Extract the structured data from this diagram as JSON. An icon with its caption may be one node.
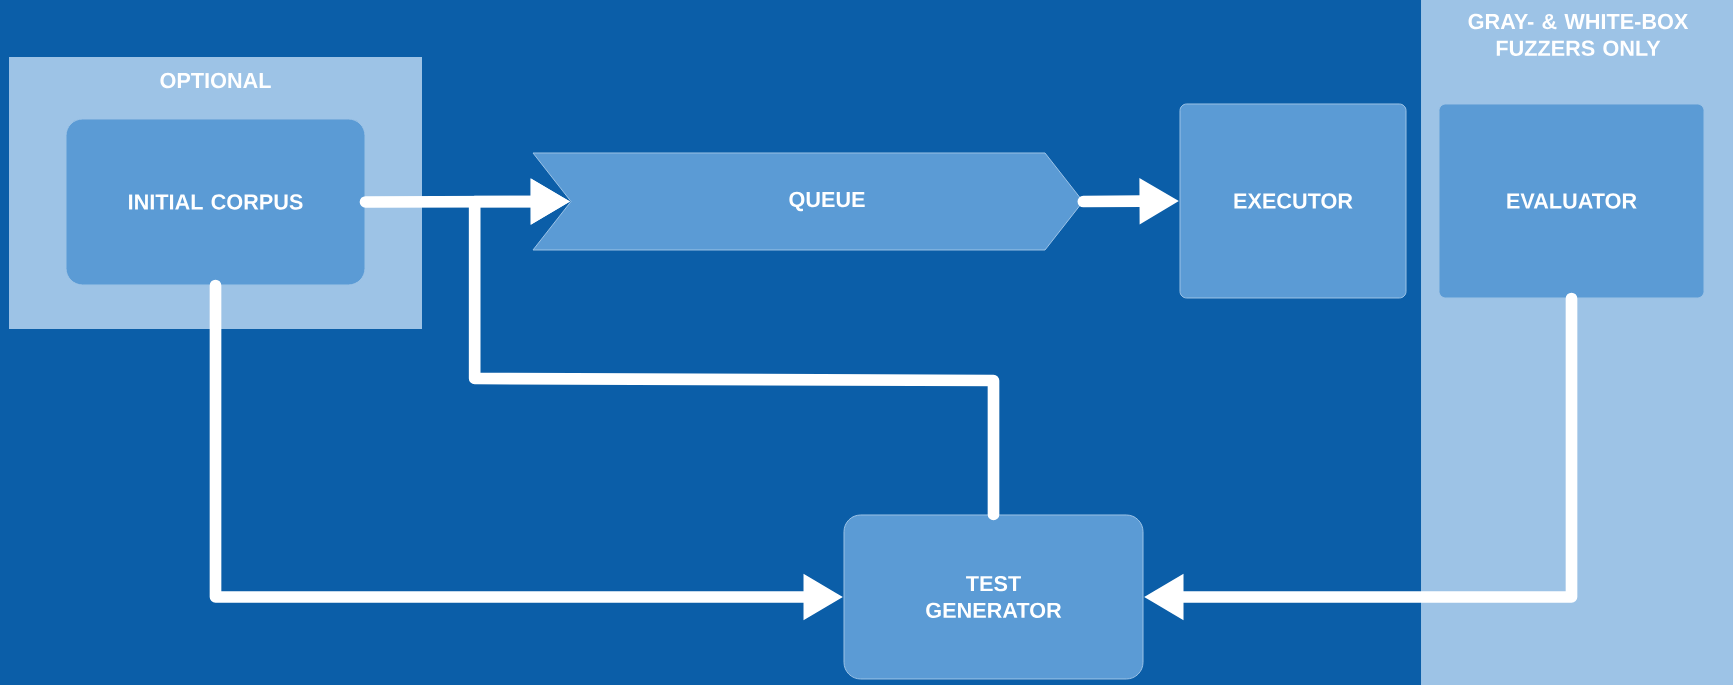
{
  "diagram": {
    "nodes": [
      {
        "text": [
          "OPTIONAL"
        ]
      },
      {
        "text": [
          "INITIAL CORPUS"
        ],
        "in": 0
      },
      {
        "text": [
          "QUEUE"
        ]
      },
      {
        "text": [
          "EXECUTOR"
        ]
      },
      {
        "text": [
          "GRAY- & WHITE-BOX FUZZERS ONLY"
        ]
      },
      {
        "text": [
          "EVALUATOR"
        ],
        "in": 4
      },
      {
        "text": [
          "TEST GENERATOR"
        ]
      }
    ],
    "edges": [
      {
        "from": 1,
        "to": 2,
        "arrow": "to"
      },
      {
        "from": 2,
        "to": 3,
        "arrow": "to"
      },
      {
        "from": 5,
        "to": 6,
        "arrow": "to"
      },
      {
        "from": 1,
        "to": 6,
        "arrow": "to"
      },
      {
        "from": 6,
        "to": 2,
        "arrow": "to"
      }
    ]
  }
}
